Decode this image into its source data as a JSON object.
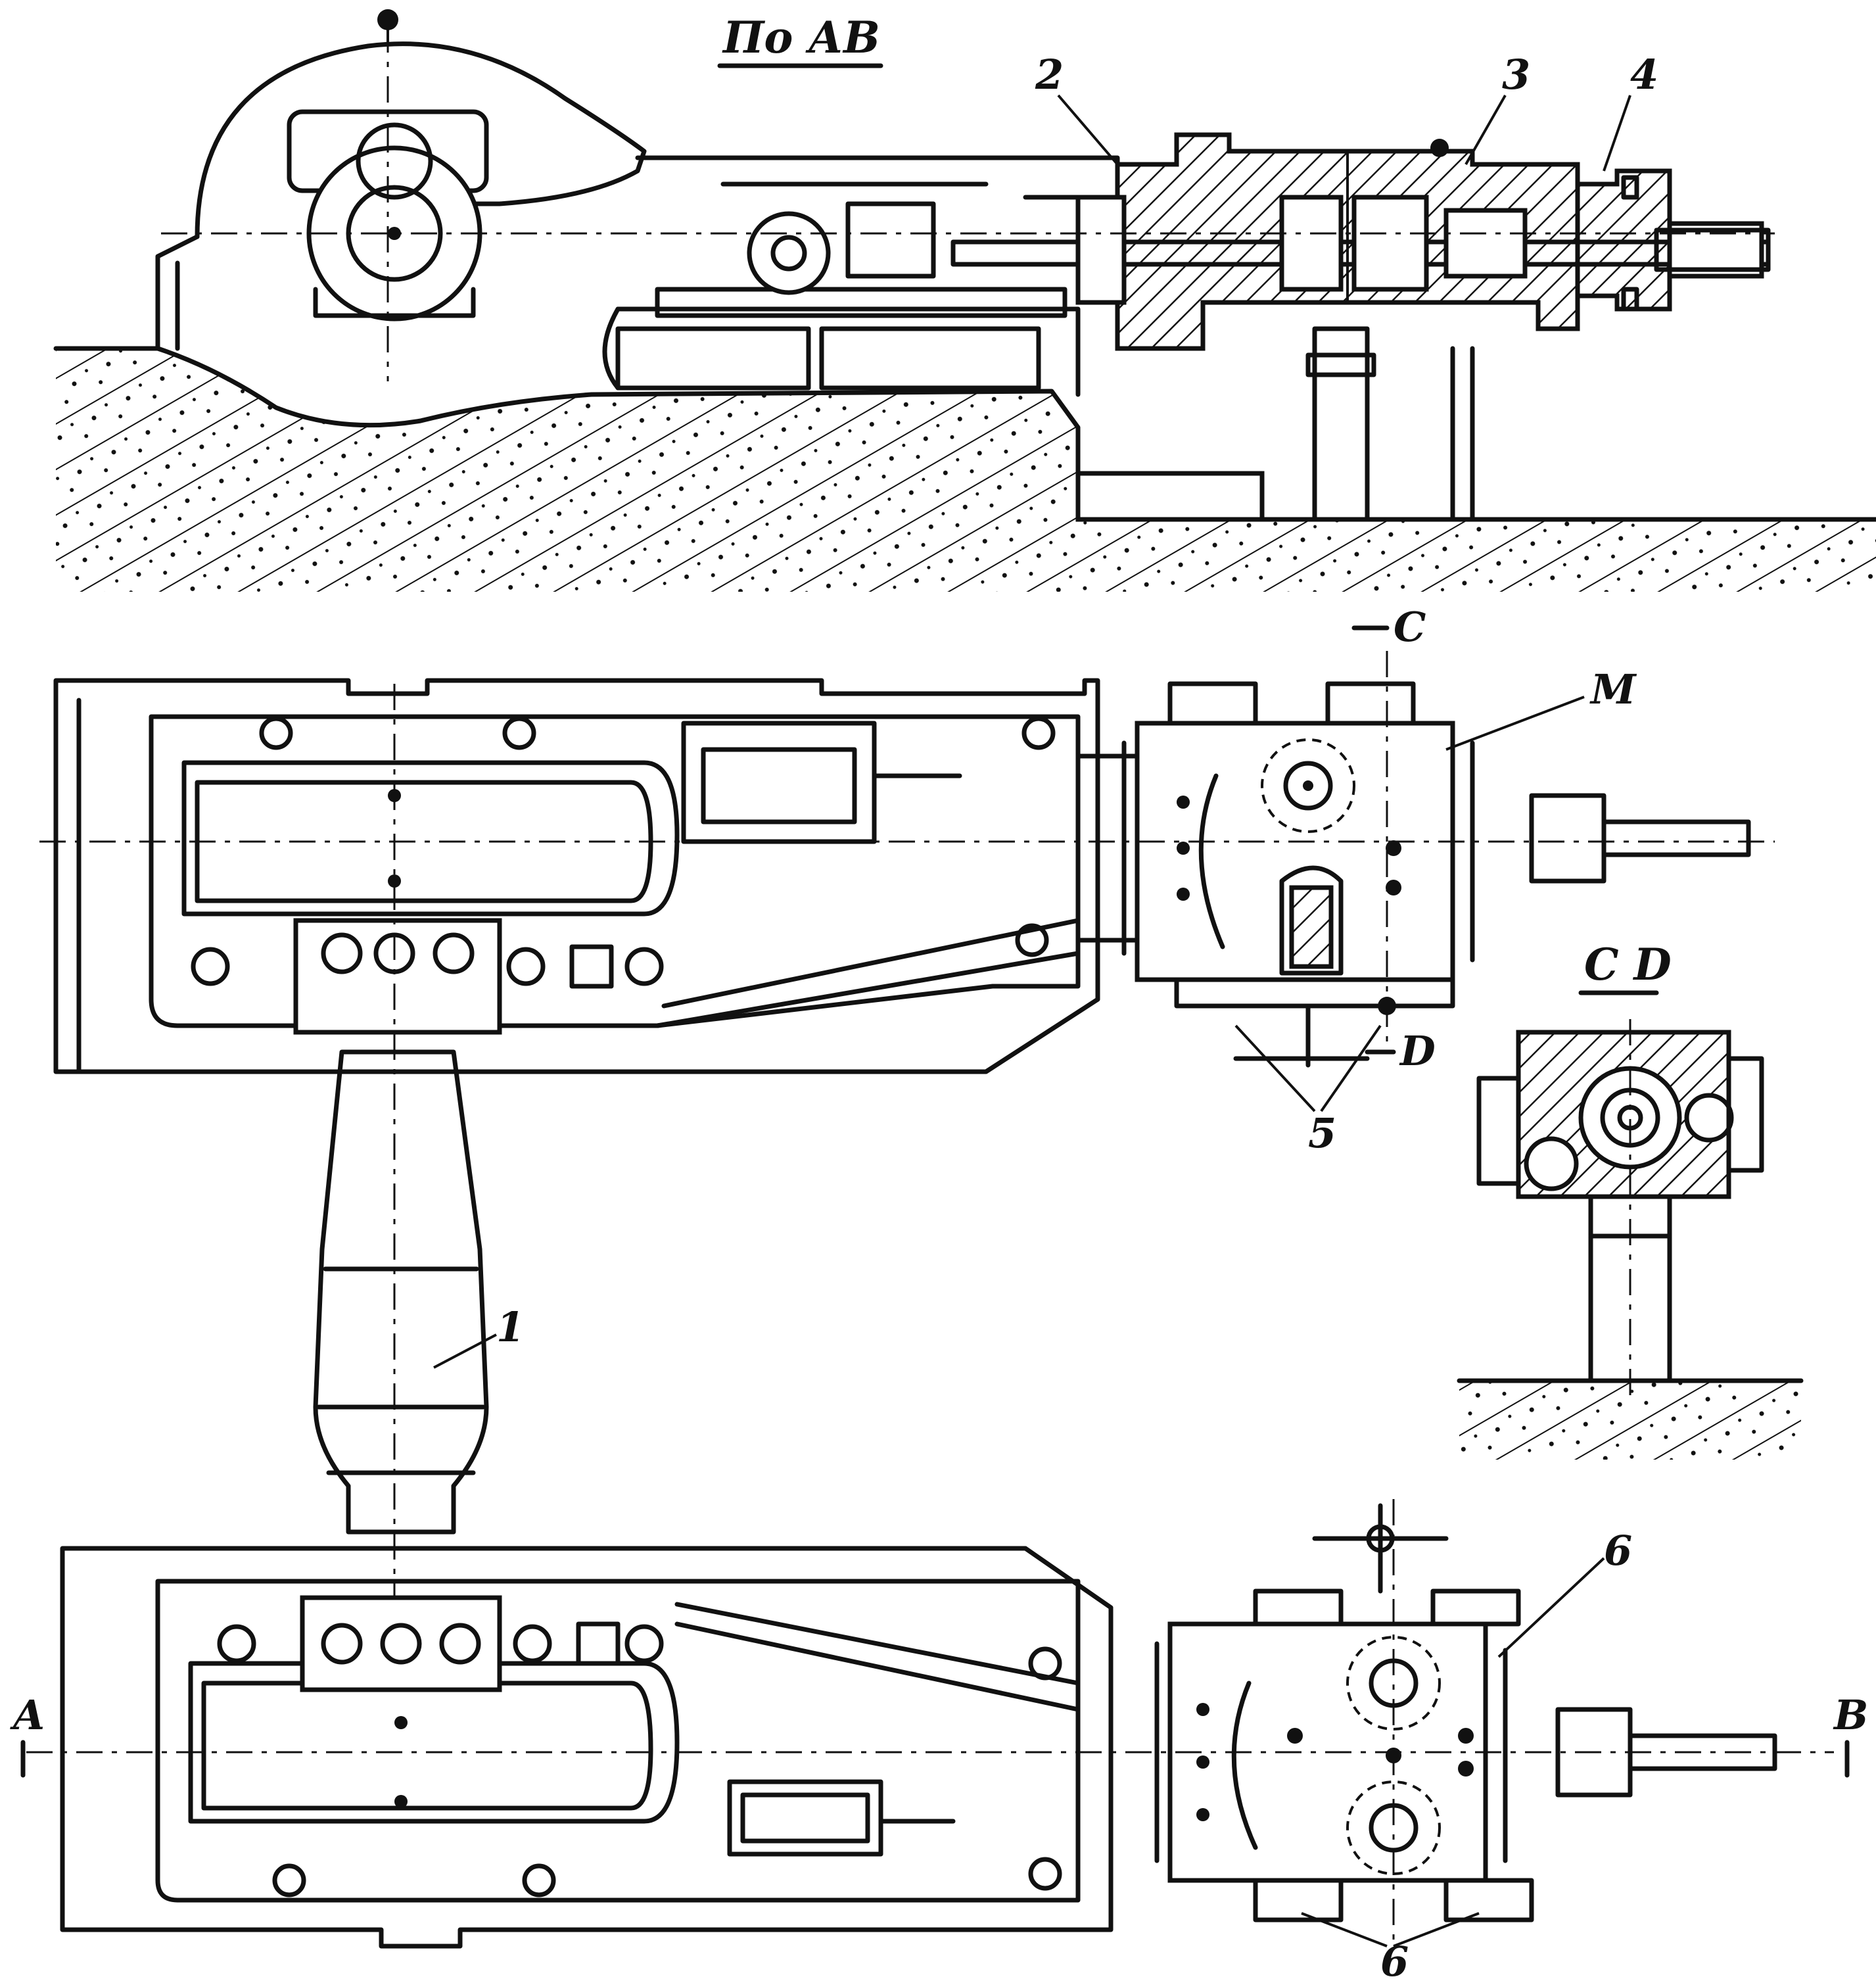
{
  "section_title": "По АВ",
  "section_title_2": "C D",
  "callouts": {
    "c1": "1",
    "c2": "2",
    "c3": "3",
    "c4": "4",
    "c5": "5",
    "c6a": "6",
    "c6b": "6",
    "cM": "M"
  },
  "cut_marks": {
    "a": "A",
    "b": "B",
    "c": "C",
    "d": "D"
  },
  "colors": {
    "ink": "#111111",
    "paper": "#ffffff"
  }
}
